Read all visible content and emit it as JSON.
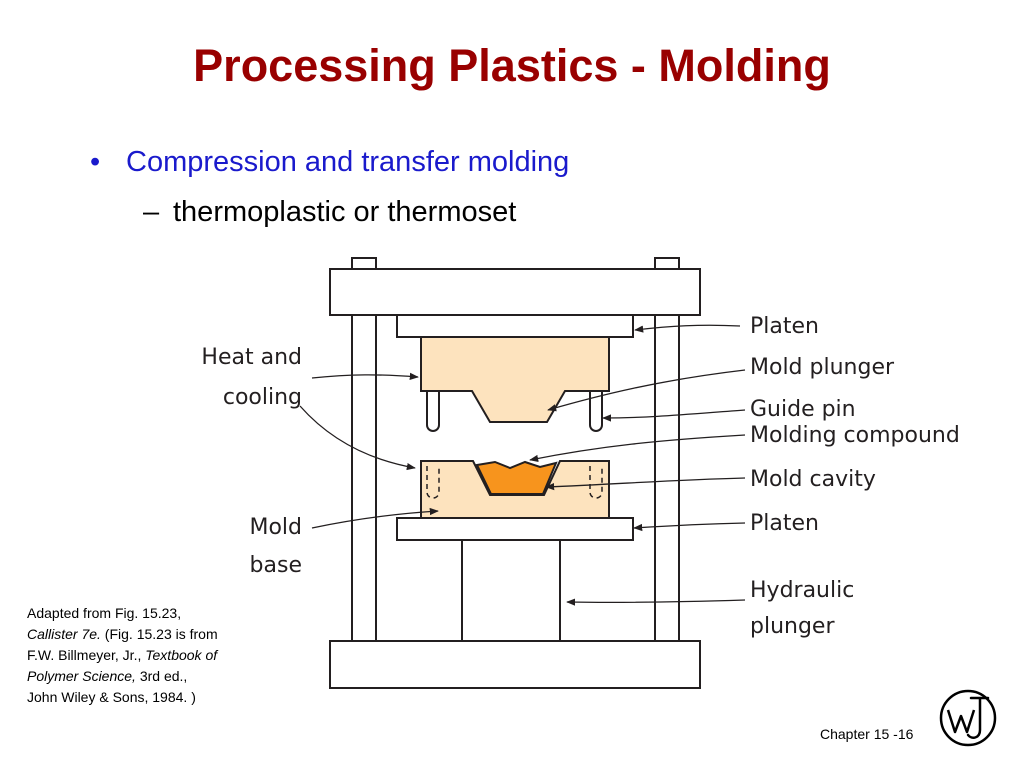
{
  "slide": {
    "title": "Processing Plastics - Molding",
    "bullet": {
      "marker": "•",
      "text": "Compression and transfer molding"
    },
    "sub_bullet": {
      "marker": "–",
      "text": "thermoplastic or thermoset"
    }
  },
  "diagram": {
    "labels_right": {
      "platen_top": "Platen",
      "mold_plunger": "Mold plunger",
      "guide_pin": "Guide pin",
      "molding_compound": "Molding compound",
      "mold_cavity": "Mold cavity",
      "platen_bottom": "Platen",
      "hydraulic_line1": "Hydraulic",
      "hydraulic_line2": "plunger"
    },
    "labels_left": {
      "heat_line1": "Heat and",
      "heat_line2": "cooling",
      "mold_line1": "Mold",
      "mold_line2": "base"
    },
    "colors": {
      "mold": "#fde3be",
      "compound": "#f7941d",
      "outline": "#231f20"
    }
  },
  "caption": {
    "line1": "Adapted from Fig. 15.23,",
    "line2_italic": "Callister 7e.",
    "line2_rest": " (Fig. 15.23 is  from",
    "line3_prefix": "F.W. Billmeyer, Jr., ",
    "line3_italic": "Textbook of",
    "line4_italic": "Polymer Science,",
    "line4_rest": " 3rd ed.,",
    "line5": "John Wiley & Sons, 1984. )"
  },
  "footer": {
    "chapter": "Chapter 15 -16"
  },
  "logo": {
    "icon": "wiley-logo-icon"
  }
}
